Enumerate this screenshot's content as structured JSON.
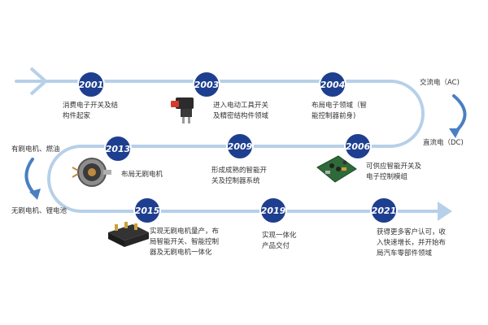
{
  "colors": {
    "track": "#b7d0e9",
    "badge": "#1e3f8f",
    "badge_text": "#ffffff",
    "arc": "#4a7fc1",
    "text": "#333333"
  },
  "milestones": [
    {
      "year": "2001",
      "text": "消费电子开关及结\n构件起家"
    },
    {
      "year": "2003",
      "text": "进入电动工具开关\n及精密结构件领域"
    },
    {
      "year": "2004",
      "text": "布局电子领域（智\n能控制器前身)"
    },
    {
      "year": "2006",
      "text": "可供应智能开关及\n电子控制模组"
    },
    {
      "year": "2009",
      "text": "形成成熟的智能开\n关及控制器系统"
    },
    {
      "year": "2013",
      "text": "布局无刷电机"
    },
    {
      "year": "2015",
      "text": "实现无刷电机量产，布\n局智能开关、智能控制\n器及无刷电机一体化"
    },
    {
      "year": "2019",
      "text": "实现一体化\n产品交付"
    },
    {
      "year": "2021",
      "text": "获得更多客户认可，收\n入快速增长，并开始布\n局汽车零部件领域"
    }
  ],
  "transitions": {
    "right_top": "交流电（AC)",
    "right_bottom": "直流电（DC)",
    "left_top": "有刷电机、燃油",
    "left_bottom": "无刷电机、锂电池"
  },
  "icons": {
    "2003": "power-tool-switch-icon",
    "2006": "control-module-pcb-icon",
    "2013": "brushless-motor-icon",
    "2015": "smart-controller-icon"
  }
}
